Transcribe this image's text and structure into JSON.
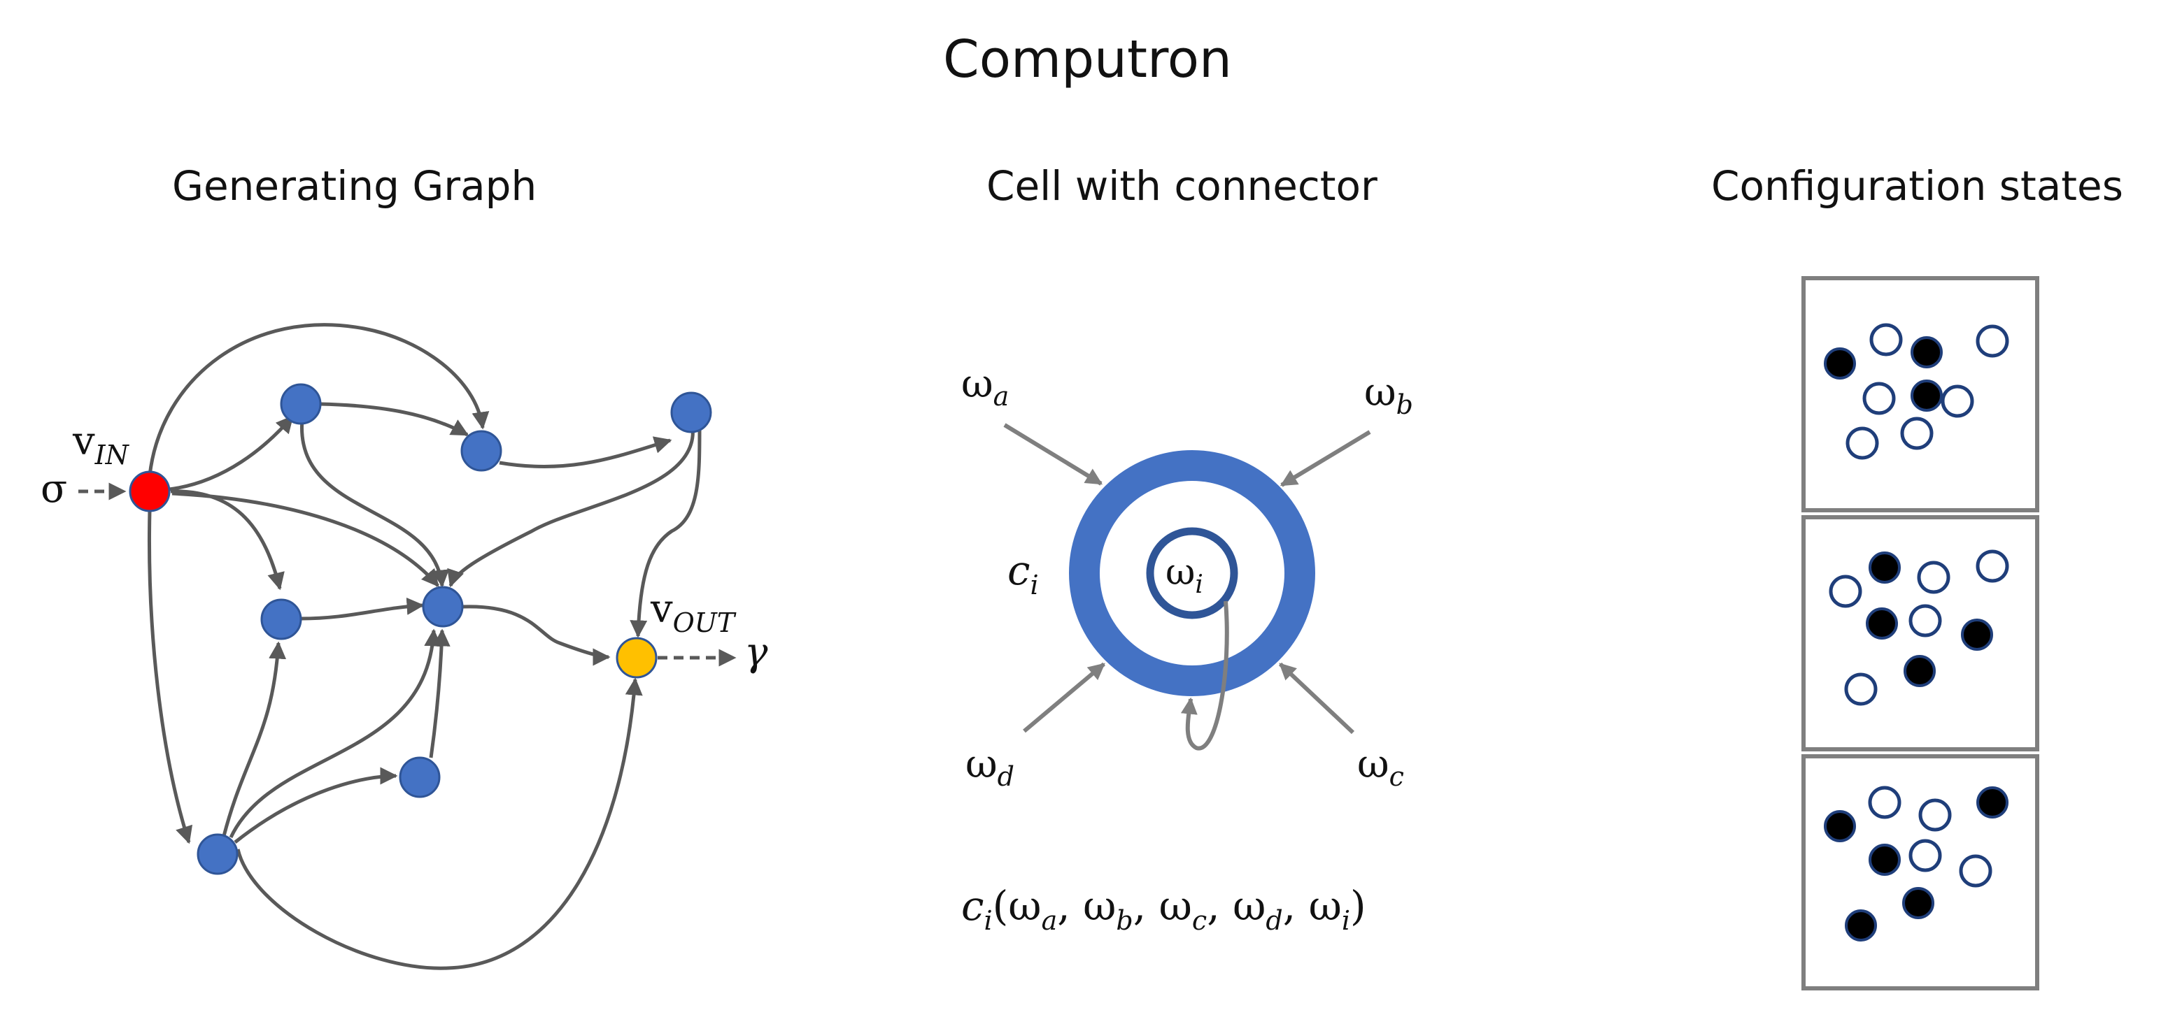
{
  "title": "Computron",
  "sections": {
    "graph": {
      "title": "Generating Graph",
      "labels": {
        "v_in": "v",
        "v_in_sub": "IN",
        "v_out": "v",
        "v_out_sub": "OUT",
        "sigma": "σ",
        "gamma": "γ"
      }
    },
    "cell": {
      "title": "Cell with connector",
      "labels": {
        "omega_a": "ω",
        "omega_a_sub": "a",
        "omega_b": "ω",
        "omega_b_sub": "b",
        "omega_c": "ω",
        "omega_c_sub": "c",
        "omega_d": "ω",
        "omega_d_sub": "d",
        "omega_i": "ω",
        "omega_i_sub": "i",
        "c_i": "c",
        "c_i_sub": "i"
      },
      "formula": {
        "c": "c",
        "c_sub": "i",
        "open": "(",
        "w": "ω",
        "subs": [
          "a",
          "b",
          "c",
          "d",
          "i"
        ],
        "sep": ", ",
        "close": ")"
      }
    },
    "config": {
      "title": "Configuration states",
      "boxes": [
        {
          "filled": [
            [
              1,
              0,
              1,
              0
            ],
            [
              0,
              1
            ],
            [
              0,
              0,
              0
            ]
          ]
        },
        {
          "filled": [
            [
              0,
              1,
              0,
              0
            ],
            [
              1,
              0,
              1
            ],
            [
              1,
              0
            ]
          ]
        },
        {
          "filled": [
            [
              1,
              0,
              0,
              1
            ],
            [
              1,
              0,
              0
            ],
            [
              1,
              1
            ]
          ]
        }
      ]
    }
  },
  "colors": {
    "node_blue": "#4472C4",
    "node_blue_stroke": "#2F5597",
    "node_in": "#FF0000",
    "node_out": "#FFC000",
    "edge": "#595959",
    "box_border": "#7F7F7F",
    "state_filled": "#000000",
    "state_ring": "#1F3E7A"
  }
}
